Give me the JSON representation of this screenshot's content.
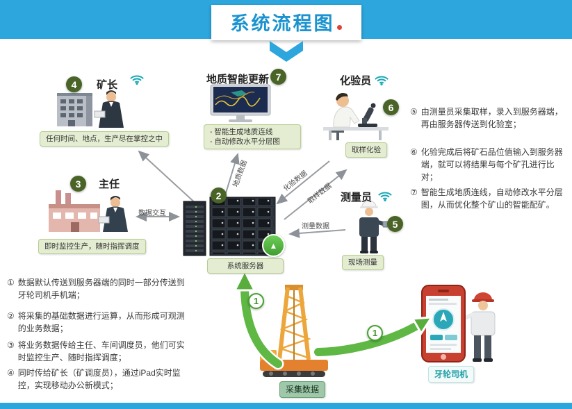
{
  "header": {
    "title": "系统流程图"
  },
  "icons": {
    "upload_arrow": "▲"
  },
  "nodes": {
    "mine_manager": {
      "badge": "4",
      "label": "矿长",
      "caption": "任何时间、地点，生产尽在掌控之中"
    },
    "geo_update": {
      "badge": "7",
      "title": "地质智能更新",
      "caption_lines": [
        "- 智能生成地质连线",
        "- 自动修改水平分层图"
      ]
    },
    "lab_tech": {
      "badge": "6",
      "title": "化验员",
      "caption": "取样化验"
    },
    "director": {
      "badge": "3",
      "label": "主任",
      "caption": "即时监控生产，随时指挥调度"
    },
    "server": {
      "badge": "2",
      "caption": "系统服务器"
    },
    "surveyor": {
      "badge": "5",
      "title": "测量员",
      "caption": "现场测量"
    },
    "collector": {
      "badge": "1",
      "caption": "采集数据"
    },
    "driver": {
      "badge": "1",
      "caption": "牙轮司机"
    }
  },
  "edges": {
    "director_server": "数据交互",
    "server_geo": "地质数据",
    "lab_server": "化验数据",
    "server_lab": "取样数据",
    "surveyor_server": "测量数据"
  },
  "notes_left": [
    {
      "num": "①",
      "text": "数据默认传送到服务器端的同时一部分传送到牙轮司机手机端；"
    },
    {
      "num": "②",
      "text": "将采集的基础数据进行运算，从而形成可观测的业务数据；"
    },
    {
      "num": "③",
      "text": "将业务数据传给主任、车间调度员，他们可实时监控生产、随时指挥调度；"
    },
    {
      "num": "④",
      "text": "同时传给矿长（矿调度员），通过iPad实时监控，实现移动办公新模式；"
    }
  ],
  "notes_right": [
    {
      "num": "⑤",
      "text": "由测量员采集取样，录入到服务器端，再由服务器传送到化验室；"
    },
    {
      "num": "⑥",
      "text": "化验完成后将矿石品位值输入到服务器端，就可以将结果与每个矿孔进行比对；"
    },
    {
      "num": "⑦",
      "text": "智能生成地质连线，自动修改水平分层图，从而优化整个矿山的智能配矿。"
    }
  ]
}
